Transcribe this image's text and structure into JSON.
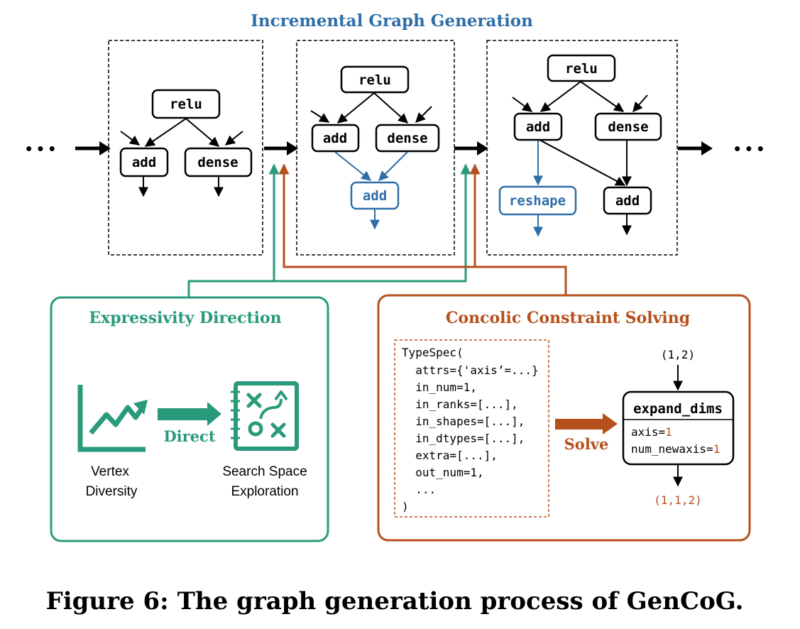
{
  "top_title": "Incremental Graph Generation",
  "ellipsis": "• • •",
  "panel1": {
    "top": "relu",
    "left": "add",
    "right": "dense"
  },
  "panel2": {
    "top": "relu",
    "left": "add",
    "right": "dense",
    "new": "add"
  },
  "panel3": {
    "top": "relu",
    "left": "add",
    "right": "dense",
    "new": "reshape",
    "bottom_right": "add"
  },
  "expressivity": {
    "title": "Expressivity Direction",
    "direct_label": "Direct",
    "left_caption": [
      "Vertex",
      "Diversity"
    ],
    "right_caption": [
      "Search Space",
      "Exploration"
    ],
    "left_icon": "trend-chart-icon",
    "right_icon": "strategy-board-icon"
  },
  "concolic": {
    "title": "Concolic Constraint Solving",
    "typespec_lines": [
      "TypeSpec(",
      "  attrs={'axis’=...}",
      "  in_num=1,",
      "  in_ranks=[...],",
      "  in_shapes=[...],",
      "  in_dtypes=[...],",
      "  extra=[...],",
      "  out_num=1,",
      "  ...",
      ")"
    ],
    "solve_label": "Solve",
    "input_shape": "(1,2)",
    "op_name": "expand_dims",
    "attr_lines": [
      {
        "key": "axis=",
        "value": "1"
      },
      {
        "key": "num_newaxis=",
        "value": "1"
      }
    ],
    "output_shape": "(1,1,2)"
  },
  "caption": "Figure 6: The graph generation process of GenCoG.",
  "colors": {
    "blue": "#2f6ea9",
    "green": "#2a9a7c",
    "orange": "#b5501c",
    "black": "#000000"
  }
}
